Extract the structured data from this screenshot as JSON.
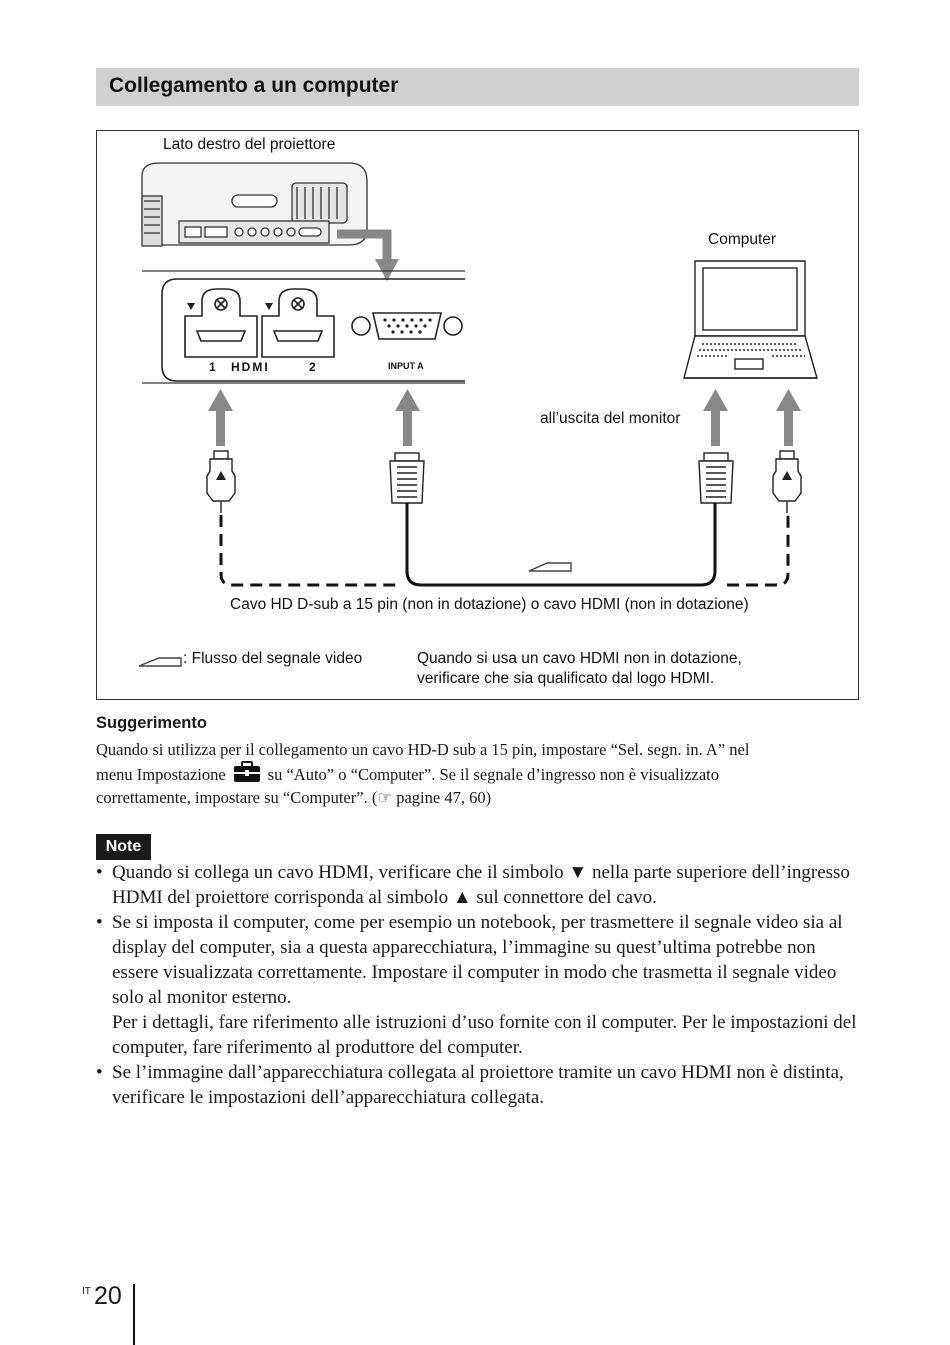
{
  "section": {
    "title": "Collegamento a un computer"
  },
  "diagram": {
    "projector_label": "Lato destro del proiettore",
    "computer_label": "Computer",
    "monitor_out_label": "all’uscita del monitor",
    "cable_label": "Cavo HD D-sub a 15 pin (non in dotazione) o cavo HDMI (non in dotazione)",
    "legend_label": ": Flusso del segnale video",
    "hdmi_note_line1": "Quando si usa un cavo HDMI non in dotazione,",
    "hdmi_note_line2": "verificare che sia qualificato dal logo HDMI.",
    "port1": "1",
    "port2": "2",
    "hdmi_logo": "HDMI",
    "input_a": "INPUT A"
  },
  "tip": {
    "heading": "Suggerimento",
    "line1": "Quando si utilizza per il collegamento un cavo HD-D sub a 15 pin, impostare “Sel. segn. in. A” nel",
    "line2a": "menu Impostazione",
    "line2b": "su “Auto” o “Computer”. Se il segnale d’ingresso non è visualizzato",
    "line3": "correttamente, impostare su “Computer”. (☞ pagine 47, 60)",
    "toolbox_icon": "toolbox-icon"
  },
  "note": {
    "badge": "Note",
    "items": [
      "Quando si collega un cavo HDMI, verificare che il simbolo ▼ nella parte superiore dell’ingresso HDMI del proiettore corrisponda al simbolo ▲ sul connettore del cavo.",
      "Se si imposta il computer, come per esempio un notebook, per trasmettere il segnale video sia al display del computer, sia a questa apparecchiatura, l’immagine su quest’ultima potrebbe non essere visualizzata correttamente. Impostare il computer in modo che trasmetta il segnale video solo al monitor esterno.",
      "Per i dettagli, fare riferimento alle istruzioni d’uso fornite con il computer. Per le impostazioni del computer, fare riferimento al produttore del computer.",
      "Se l’immagine dall’apparecchiatura collegata al proiettore tramite un cavo HDMI non è distinta, verificare le impostazioni dell’apparecchiatura collegata."
    ]
  },
  "footer": {
    "lang": "IT",
    "page": "20"
  }
}
